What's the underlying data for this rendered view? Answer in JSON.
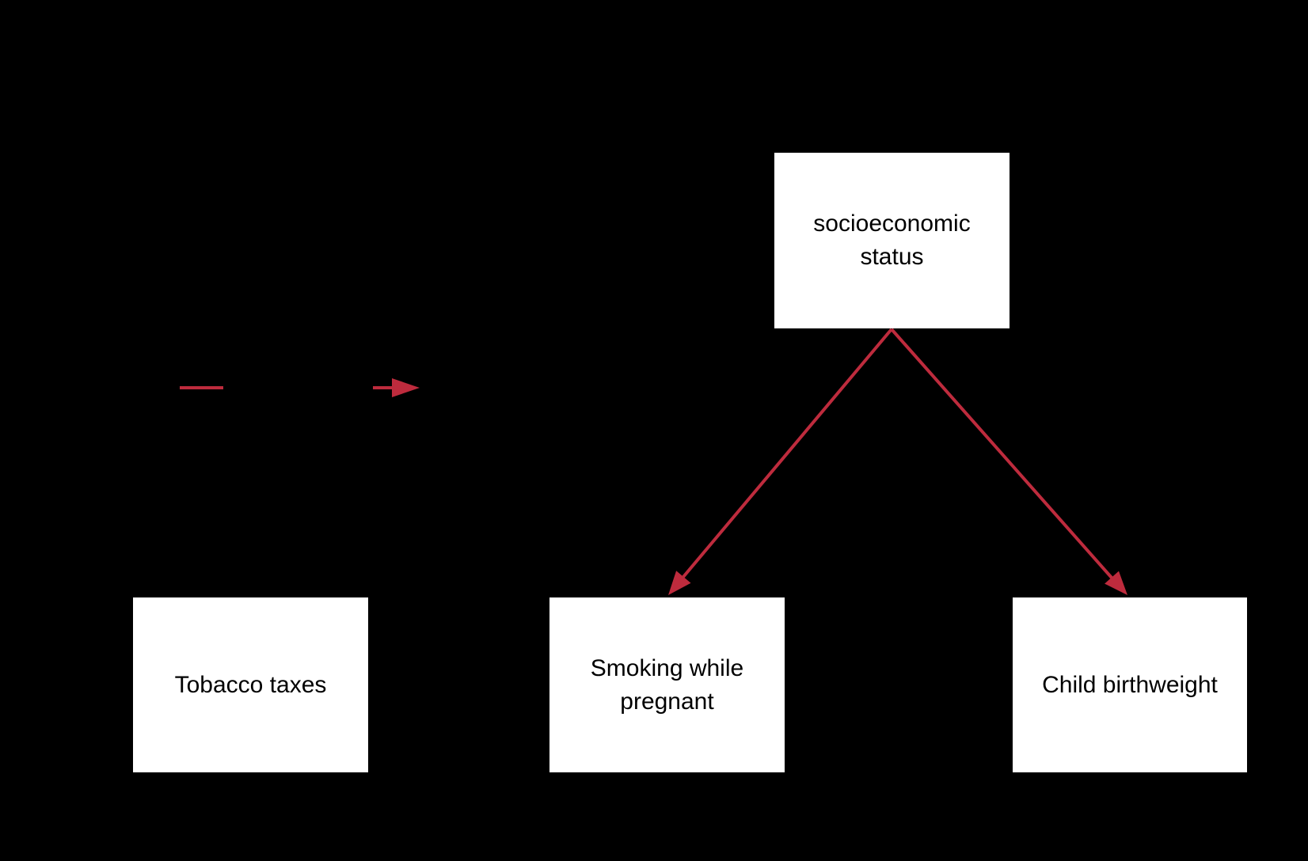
{
  "diagram": {
    "title": "causal-diagram-tobacco-taxes-birthweight",
    "colors": {
      "background": "#000000",
      "accent_red": "#BE2B3D",
      "box_fill": "#FFFFFF",
      "box_text": "#000000"
    },
    "nodes": [
      {
        "id": "ses",
        "label": "socioeconomic\nstatus"
      },
      {
        "id": "tobacco_taxes",
        "label": "Tobacco taxes"
      },
      {
        "id": "smoking",
        "label": "Smoking while\npregnant"
      },
      {
        "id": "birthweight",
        "label": "Child birthweight"
      }
    ],
    "edges": [
      {
        "from": "ses",
        "to": "smoking",
        "style": "red-solid-arrow"
      },
      {
        "from": "ses",
        "to": "birthweight",
        "style": "red-solid-arrow"
      }
    ],
    "legend": {
      "items": [
        {
          "symbol": "red-line-segment"
        },
        {
          "symbol": "red-arrow"
        }
      ]
    }
  }
}
